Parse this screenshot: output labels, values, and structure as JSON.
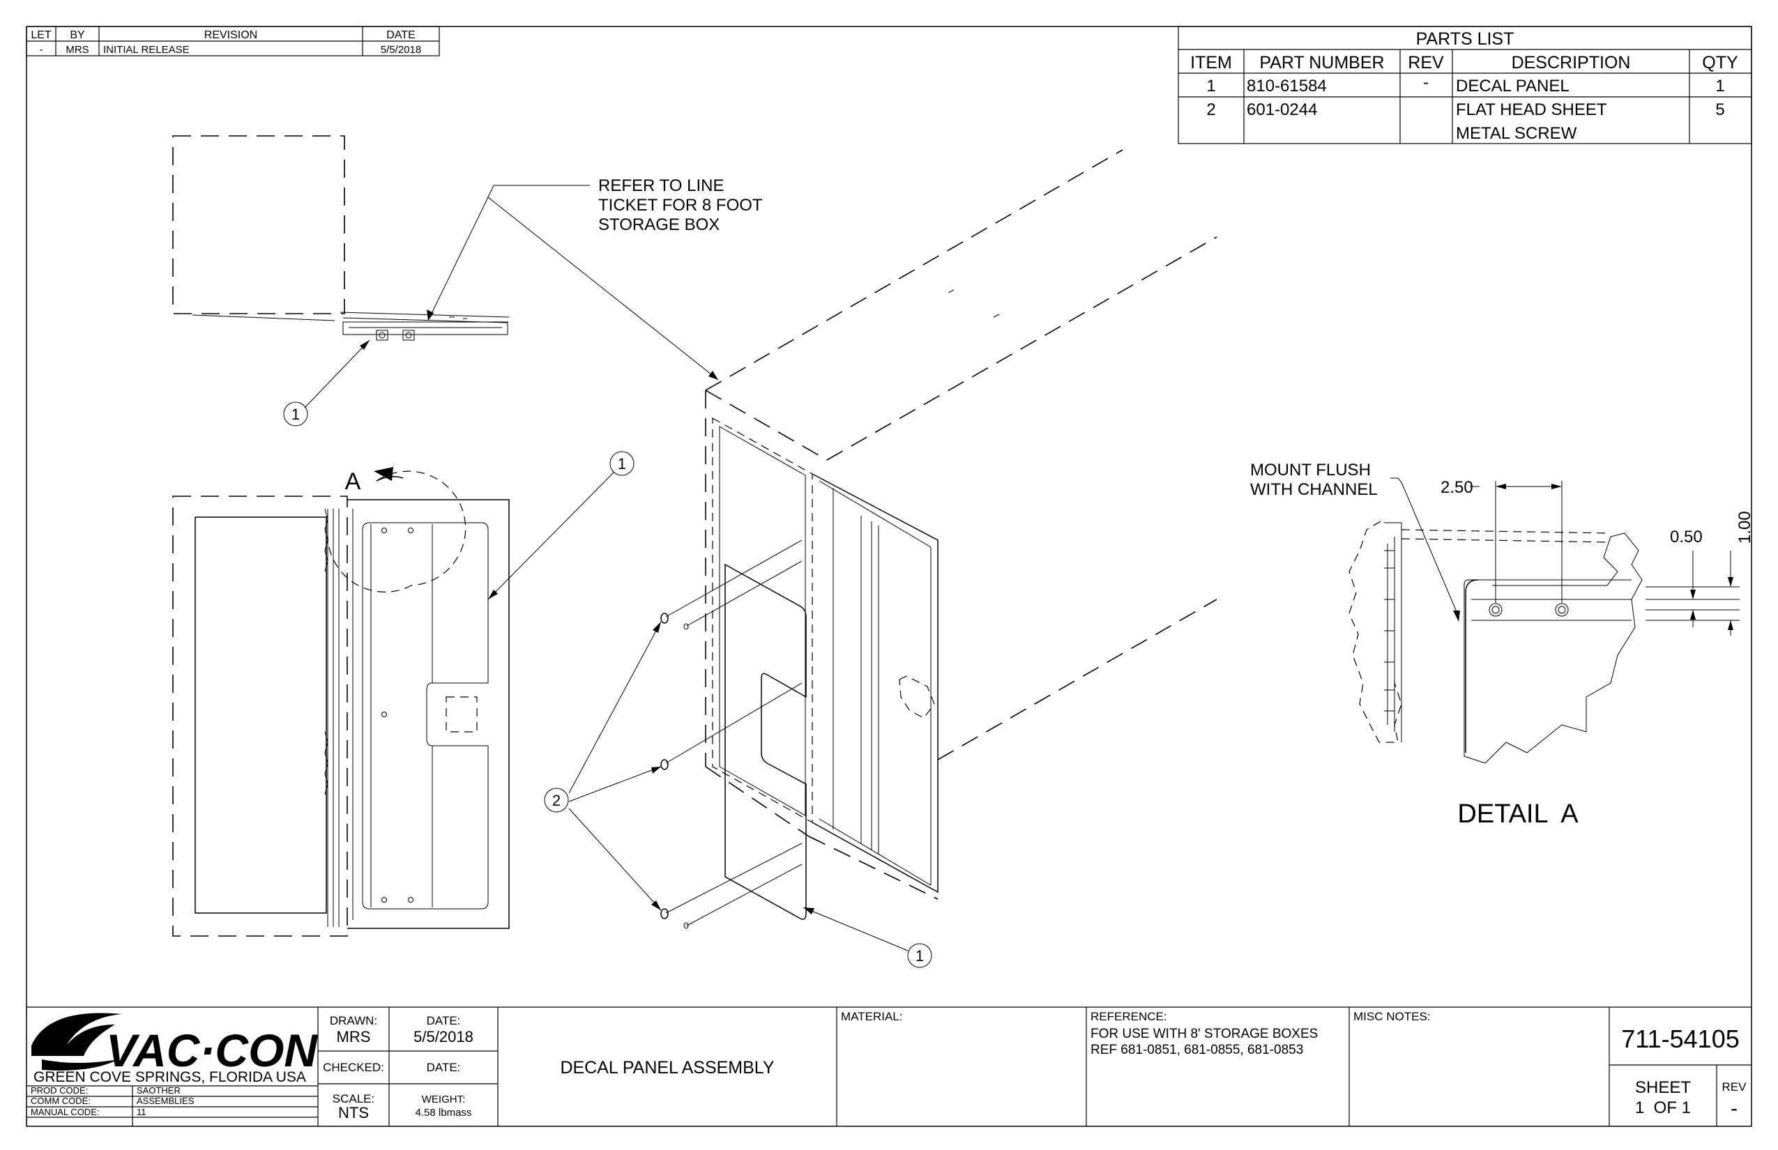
{
  "revision_block": {
    "headers": [
      "LET",
      "BY",
      "REVISION",
      "DATE"
    ],
    "rows": [
      [
        "-",
        "MRS",
        "INITIAL RELEASE",
        "5/5/2018"
      ]
    ]
  },
  "parts_list": {
    "title": "PARTS LIST",
    "headers": [
      "ITEM",
      "PART NUMBER",
      "REV",
      "DESCRIPTION",
      "QTY"
    ],
    "rows": [
      {
        "item": "1",
        "part": "810-61584",
        "rev": "-",
        "desc1": "DECAL PANEL",
        "desc2": "",
        "qty": "1"
      },
      {
        "item": "2",
        "part": "601-0244",
        "rev": "",
        "desc1": "FLAT HEAD SHEET",
        "desc2": "METAL SCREW",
        "qty": "5"
      }
    ]
  },
  "notes": {
    "line_ticket": [
      "REFER TO LINE",
      "TICKET FOR 8 FOOT",
      "STORAGE BOX"
    ],
    "mount_flush": [
      "MOUNT FLUSH",
      "WITH CHANNEL"
    ],
    "detail_title": "DETAIL  A",
    "detail_letter": "A"
  },
  "balloons": {
    "one": "1",
    "two": "2"
  },
  "dimensions": {
    "d250": "2.50",
    "d050": "0.50",
    "d100": "1.00"
  },
  "title_block": {
    "logo_text": "VAC·CON",
    "location": "GREEN COVE SPRINGS, FLORIDA USA",
    "prod_code_label": "PROD CODE:",
    "prod_code": "SAOTHER",
    "comm_code_label": "COMM CODE:",
    "comm_code": "ASSEMBLIES",
    "manual_code_label": "MANUAL CODE:",
    "manual_code": "11",
    "drawn_label": "DRAWN:",
    "drawn": "MRS",
    "date_label": "DATE:",
    "date": "5/5/2018",
    "checked_label": "CHECKED:",
    "checked_date_label": "DATE:",
    "scale_label": "SCALE:",
    "scale": "NTS",
    "weight_label": "WEIGHT:",
    "weight": "4.58 lbmass",
    "title": "DECAL PANEL ASSEMBLY",
    "material_label": "MATERIAL:",
    "reference_label": "REFERENCE:",
    "reference_1": "FOR USE WITH 8' STORAGE BOXES",
    "reference_2": "REF 681-0851, 681-0855, 681-0853",
    "misc_label": "MISC NOTES:",
    "drawing_number": "711-54105",
    "sheet_label": "SHEET",
    "sheet": "1  OF 1",
    "rev_label": "REV",
    "rev": "-"
  }
}
